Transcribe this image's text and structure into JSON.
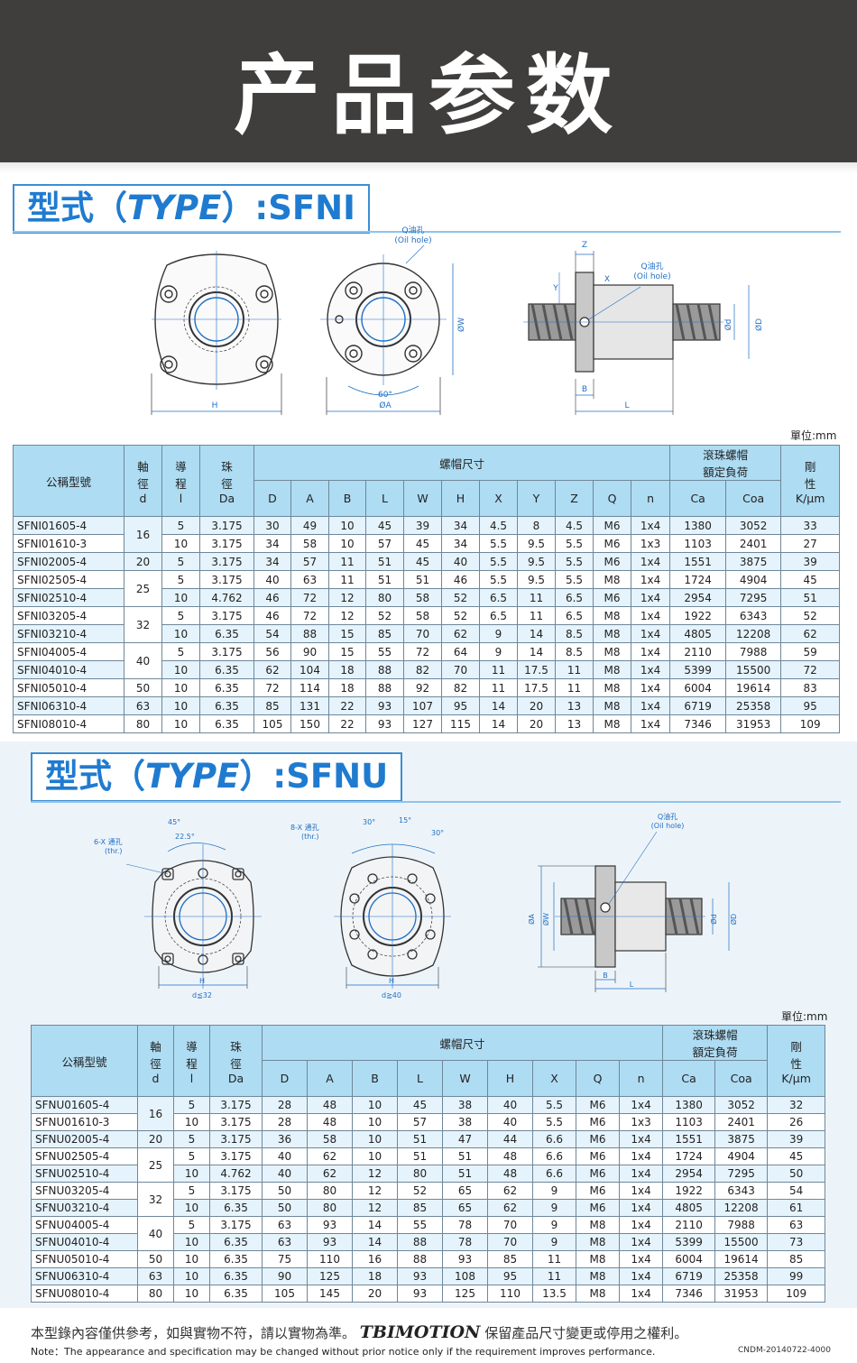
{
  "header": {
    "title": "产品参数"
  },
  "unit_label": "單位:mm",
  "icons": {
    "nut_drawing": "ball-screw-nut-drawing"
  },
  "colors": {
    "accent": "#1f7bd0",
    "header_bg": "#403e3d",
    "table_head": "#aedcf3",
    "row_tint": "#e5f3fc"
  },
  "sfni": {
    "type_prefix": "型式（",
    "type_word": "TYPE",
    "type_suffix": "）:",
    "type_name": "SFNI",
    "labels": {
      "oil_cn": "Q油孔",
      "oil_en": "(Oil hole)",
      "H": "H",
      "A": "ØA",
      "W": "ØW",
      "angle": "60°",
      "Z": "Z",
      "Y": "Y",
      "X": "X",
      "B": "B",
      "L": "L",
      "d": "Ød",
      "D": "ØD"
    },
    "headers": {
      "model": "公稱型號",
      "shaft": [
        "軸",
        "徑",
        "d"
      ],
      "lead": [
        "導",
        "程",
        "l"
      ],
      "ball": [
        "珠",
        "徑",
        "Da"
      ],
      "nut_dims": "螺帽尺寸",
      "load": [
        "滾珠螺帽",
        "額定負荷"
      ],
      "rigid": [
        "剛",
        "性",
        "K/μm"
      ],
      "cols": [
        "D",
        "A",
        "B",
        "L",
        "W",
        "H",
        "X",
        "Y",
        "Z",
        "Q",
        "n",
        "Ca",
        "Coa"
      ]
    },
    "groups": [
      {
        "d": "16",
        "rows": [
          [
            "SFNI01605-4",
            "5",
            "3.175",
            "30",
            "49",
            "10",
            "45",
            "39",
            "34",
            "4.5",
            "8",
            "4.5",
            "M6",
            "1x4",
            "1380",
            "3052",
            "33"
          ],
          [
            "SFNI01610-3",
            "10",
            "3.175",
            "34",
            "58",
            "10",
            "57",
            "45",
            "34",
            "5.5",
            "9.5",
            "5.5",
            "M6",
            "1x3",
            "1103",
            "2401",
            "27"
          ]
        ]
      },
      {
        "d": "20",
        "rows": [
          [
            "SFNI02005-4",
            "5",
            "3.175",
            "34",
            "57",
            "11",
            "51",
            "45",
            "40",
            "5.5",
            "9.5",
            "5.5",
            "M6",
            "1x4",
            "1551",
            "3875",
            "39"
          ]
        ]
      },
      {
        "d": "25",
        "rows": [
          [
            "SFNI02505-4",
            "5",
            "3.175",
            "40",
            "63",
            "11",
            "51",
            "51",
            "46",
            "5.5",
            "9.5",
            "5.5",
            "M8",
            "1x4",
            "1724",
            "4904",
            "45"
          ],
          [
            "SFNI02510-4",
            "10",
            "4.762",
            "46",
            "72",
            "12",
            "80",
            "58",
            "52",
            "6.5",
            "11",
            "6.5",
            "M6",
            "1x4",
            "2954",
            "7295",
            "51"
          ]
        ]
      },
      {
        "d": "32",
        "rows": [
          [
            "SFNI03205-4",
            "5",
            "3.175",
            "46",
            "72",
            "12",
            "52",
            "58",
            "52",
            "6.5",
            "11",
            "6.5",
            "M8",
            "1x4",
            "1922",
            "6343",
            "52"
          ],
          [
            "SFNI03210-4",
            "10",
            "6.35",
            "54",
            "88",
            "15",
            "85",
            "70",
            "62",
            "9",
            "14",
            "8.5",
            "M8",
            "1x4",
            "4805",
            "12208",
            "62"
          ]
        ]
      },
      {
        "d": "40",
        "rows": [
          [
            "SFNI04005-4",
            "5",
            "3.175",
            "56",
            "90",
            "15",
            "55",
            "72",
            "64",
            "9",
            "14",
            "8.5",
            "M8",
            "1x4",
            "2110",
            "7988",
            "59"
          ],
          [
            "SFNI04010-4",
            "10",
            "6.35",
            "62",
            "104",
            "18",
            "88",
            "82",
            "70",
            "11",
            "17.5",
            "11",
            "M8",
            "1x4",
            "5399",
            "15500",
            "72"
          ]
        ]
      },
      {
        "d": "50",
        "rows": [
          [
            "SFNI05010-4",
            "10",
            "6.35",
            "72",
            "114",
            "18",
            "88",
            "92",
            "82",
            "11",
            "17.5",
            "11",
            "M8",
            "1x4",
            "6004",
            "19614",
            "83"
          ]
        ]
      },
      {
        "d": "63",
        "rows": [
          [
            "SFNI06310-4",
            "10",
            "6.35",
            "85",
            "131",
            "22",
            "93",
            "107",
            "95",
            "14",
            "20",
            "13",
            "M8",
            "1x4",
            "6719",
            "25358",
            "95"
          ]
        ]
      },
      {
        "d": "80",
        "rows": [
          [
            "SFNI08010-4",
            "10",
            "6.35",
            "105",
            "150",
            "22",
            "93",
            "127",
            "115",
            "14",
            "20",
            "13",
            "M8",
            "1x4",
            "7346",
            "31953",
            "109"
          ]
        ]
      }
    ]
  },
  "sfnu": {
    "type_prefix": "型式（",
    "type_word": "TYPE",
    "type_suffix": "）:",
    "type_name": "SFNU",
    "labels": {
      "holes6": "6-X 通孔",
      "holes8": "8-X 通孔",
      "thr": "(thr.)",
      "a45": "45°",
      "a225": "22.5°",
      "a30": "30°",
      "a15": "15°",
      "a30b": "30°",
      "H": "H",
      "d32": "d≦32",
      "d40": "d≧40",
      "oil_cn": "Q油孔",
      "oil_en": "(Oil hole)",
      "A": "ØA",
      "W": "ØW",
      "d": "Ød",
      "D": "ØD",
      "B": "B",
      "L": "L"
    },
    "headers": {
      "model": "公稱型號",
      "shaft": [
        "軸",
        "徑",
        "d"
      ],
      "lead": [
        "導",
        "程",
        "l"
      ],
      "ball": [
        "珠",
        "徑",
        "Da"
      ],
      "nut_dims": "螺帽尺寸",
      "load": [
        "滾珠螺帽",
        "額定負荷"
      ],
      "rigid": [
        "剛",
        "性",
        "K/μm"
      ],
      "cols": [
        "D",
        "A",
        "B",
        "L",
        "W",
        "H",
        "X",
        "Q",
        "n",
        "Ca",
        "Coa"
      ]
    },
    "groups": [
      {
        "d": "16",
        "rows": [
          [
            "SFNU01605-4",
            "5",
            "3.175",
            "28",
            "48",
            "10",
            "45",
            "38",
            "40",
            "5.5",
            "M6",
            "1x4",
            "1380",
            "3052",
            "32"
          ],
          [
            "SFNU01610-3",
            "10",
            "3.175",
            "28",
            "48",
            "10",
            "57",
            "38",
            "40",
            "5.5",
            "M6",
            "1x3",
            "1103",
            "2401",
            "26"
          ]
        ]
      },
      {
        "d": "20",
        "rows": [
          [
            "SFNU02005-4",
            "5",
            "3.175",
            "36",
            "58",
            "10",
            "51",
            "47",
            "44",
            "6.6",
            "M6",
            "1x4",
            "1551",
            "3875",
            "39"
          ]
        ]
      },
      {
        "d": "25",
        "rows": [
          [
            "SFNU02505-4",
            "5",
            "3.175",
            "40",
            "62",
            "10",
            "51",
            "51",
            "48",
            "6.6",
            "M6",
            "1x4",
            "1724",
            "4904",
            "45"
          ],
          [
            "SFNU02510-4",
            "10",
            "4.762",
            "40",
            "62",
            "12",
            "80",
            "51",
            "48",
            "6.6",
            "M6",
            "1x4",
            "2954",
            "7295",
            "50"
          ]
        ]
      },
      {
        "d": "32",
        "rows": [
          [
            "SFNU03205-4",
            "5",
            "3.175",
            "50",
            "80",
            "12",
            "52",
            "65",
            "62",
            "9",
            "M6",
            "1x4",
            "1922",
            "6343",
            "54"
          ],
          [
            "SFNU03210-4",
            "10",
            "6.35",
            "50",
            "80",
            "12",
            "85",
            "65",
            "62",
            "9",
            "M6",
            "1x4",
            "4805",
            "12208",
            "61"
          ]
        ]
      },
      {
        "d": "40",
        "rows": [
          [
            "SFNU04005-4",
            "5",
            "3.175",
            "63",
            "93",
            "14",
            "55",
            "78",
            "70",
            "9",
            "M8",
            "1x4",
            "2110",
            "7988",
            "63"
          ],
          [
            "SFNU04010-4",
            "10",
            "6.35",
            "63",
            "93",
            "14",
            "88",
            "78",
            "70",
            "9",
            "M8",
            "1x4",
            "5399",
            "15500",
            "73"
          ]
        ]
      },
      {
        "d": "50",
        "rows": [
          [
            "SFNU05010-4",
            "10",
            "6.35",
            "75",
            "110",
            "16",
            "88",
            "93",
            "85",
            "11",
            "M8",
            "1x4",
            "6004",
            "19614",
            "85"
          ]
        ]
      },
      {
        "d": "63",
        "rows": [
          [
            "SFNU06310-4",
            "10",
            "6.35",
            "90",
            "125",
            "18",
            "93",
            "108",
            "95",
            "11",
            "M8",
            "1x4",
            "6719",
            "25358",
            "99"
          ]
        ]
      },
      {
        "d": "80",
        "rows": [
          [
            "SFNU08010-4",
            "10",
            "6.35",
            "105",
            "145",
            "20",
            "93",
            "125",
            "110",
            "13.5",
            "M8",
            "1x4",
            "7346",
            "31953",
            "109"
          ]
        ]
      }
    ]
  },
  "footer": {
    "note_cn_1": "本型錄內容僅供參考，如與實物不符，請以實物為準。",
    "brand": "TBIMOTION",
    "note_cn_2": "保留產品尺寸變更或停用之權利。",
    "note_en": "Note：The appearance and specification may be changed without prior notice only if the requirement improves performance.",
    "code": "CNDM-20140722-4000"
  }
}
